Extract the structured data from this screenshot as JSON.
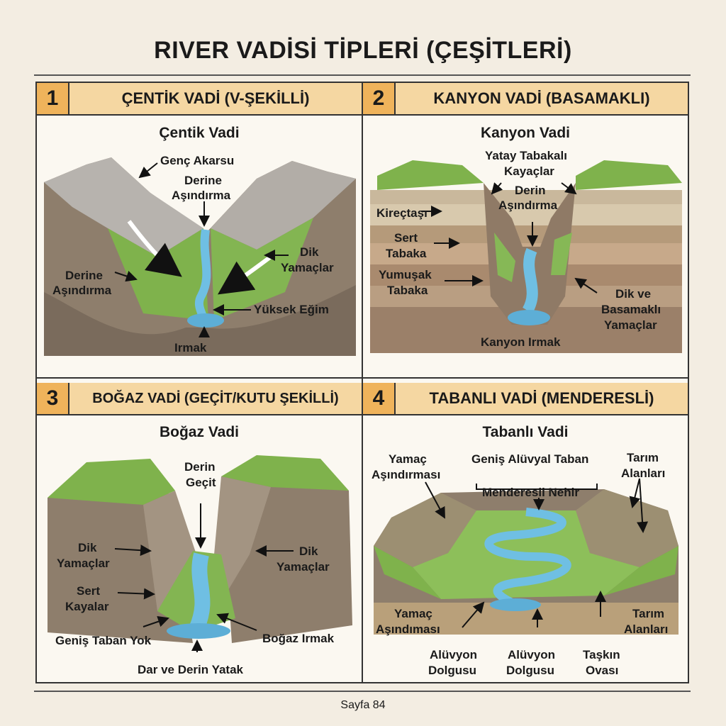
{
  "title": "RIVER VADİSİ TİPLERİ (ÇEŞİTLERİ)",
  "panels": [
    {
      "number": "1",
      "header": "ÇENTİK VADİ (V-ŞEKİLLİ)",
      "subtitle": "Çentik Vadi",
      "labels": {
        "genc_akarsu": "Genç Akarsu",
        "derine_1": "Derine",
        "asindirma_1": "Aşındırma",
        "derine_2": "Derine",
        "asindirma_2": "Aşındırma",
        "dik": "Dik",
        "yamaclar": "Yamaçlar",
        "yuksek_egim": "Yüksek Eğim",
        "irmak": "Irmak"
      }
    },
    {
      "number": "2",
      "header": "KANYON VADİ (BASAMAKLI)",
      "subtitle": "Kanyon Vadi",
      "labels": {
        "yatay": "Yatay Tabakalı",
        "kayaclar": "Kayaçlar",
        "derin": "Derin",
        "asindirma": "Aşındırma",
        "kirectasi": "Kireçtaşı",
        "sert": "Sert",
        "tabaka_1": "Tabaka",
        "yumusak": "Yumuşak",
        "tabaka_2": "Tabaka",
        "dik_ve": "Dik ve",
        "basamakli": "Basamaklı",
        "yamaclar": "Yamaçlar",
        "kanyon_irmak": "Kanyon Irmak"
      }
    },
    {
      "number": "3",
      "header": "BOĞAZ VADİ (GEÇİT/KUTU ŞEKİLLİ)",
      "subtitle": "Boğaz Vadi",
      "labels": {
        "derin": "Derin",
        "gecit": "Geçit",
        "dik_l": "Dik",
        "yamaclar_l": "Yamaçlar",
        "dik_r": "Dik",
        "yamaclar_r": "Yamaçlar",
        "sert": "Sert",
        "kayalar": "Kayalar",
        "genis_taban_yok": "Geniş Taban Yok",
        "bogaz_irmak": "Boğaz Irmak",
        "dar_ve_derin": "Dar ve Derin Yatak"
      }
    },
    {
      "number": "4",
      "header": "TABANLI VADİ (MENDERESLİ)",
      "subtitle": "Tabanlı Vadi",
      "labels": {
        "yamac_1": "Yamaç",
        "asindirmasi": "Aşındırması",
        "genis_aluvyal": "Geniş Alüvyal Taban",
        "tarim_1": "Tarım",
        "alanlari_1": "Alanları",
        "menderesli": "Menderesli Nehir",
        "yamac_2": "Yamaç",
        "asindimasi": "Aşındıması",
        "tarim_2": "Tarım",
        "alanlari_2": "Alanları",
        "aluvyon_1": "Alüvyon",
        "dolgusu_1": "Dolgusu",
        "aluvyon_2": "Alüvyon",
        "dolgusu_2": "Dolgusu",
        "taskin": "Taşkın",
        "ovasi": "Ovası"
      }
    }
  ],
  "footer": "Sayfa 84",
  "colors": {
    "background": "#f3ede2",
    "header": "#f5d7a2",
    "number_box": "#efb35b",
    "rock": "#9c8a77",
    "grass": "#7fb24c",
    "water": "#6fbfe3"
  }
}
